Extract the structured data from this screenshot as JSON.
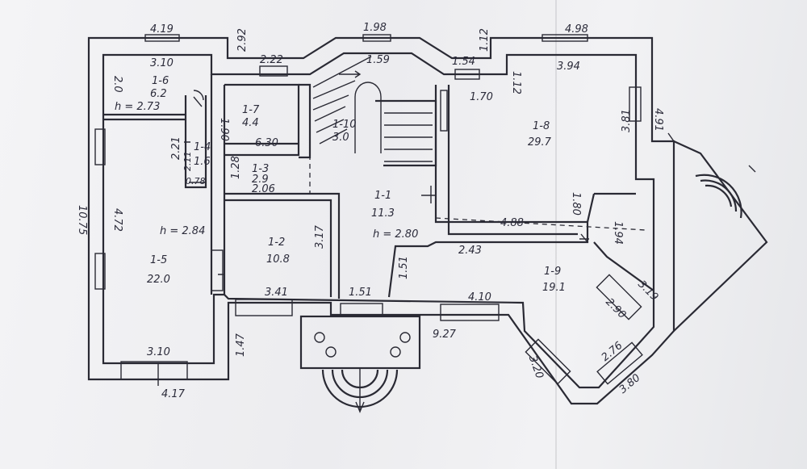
{
  "rooms": [
    {
      "id": "1-1",
      "area": "11.3"
    },
    {
      "id": "1-2",
      "area": "10.8"
    },
    {
      "id": "1-3",
      "area": "2.9"
    },
    {
      "id": "1-4",
      "area": "1.6"
    },
    {
      "id": "1-5",
      "area": "22.0"
    },
    {
      "id": "1-6",
      "area": "6.2"
    },
    {
      "id": "1-7",
      "area": "4.4"
    },
    {
      "id": "1-8",
      "area": "29.7"
    },
    {
      "id": "1-9",
      "area": "19.1"
    },
    {
      "id": "1-10",
      "area": "3.0"
    }
  ],
  "heights": {
    "h_1_6": "h = 2.73",
    "h_1_5": "h = 2.84",
    "h_1_1": "h = 2.80"
  },
  "dims": {
    "d_4_19": "4.19",
    "d_3_10_top": "3.10",
    "d_2_92": "2.92",
    "d_2_22": "2.22",
    "d_1_98": "1.98",
    "d_1_59": "1.59",
    "d_1_54": "1.54",
    "d_1_12_a": "1.12",
    "d_4_98": "4.98",
    "d_3_94": "3.94",
    "d_1_12_b": "1.12",
    "d_1_70": "1.70",
    "d_3_81": "3.81",
    "d_4_91": "4.91",
    "d_2_0": "2.0",
    "d_1_90": "1.90",
    "d_6_30": "6.30",
    "d_2_21": "2.21",
    "d_2_11": "2.11",
    "d_0_78": "0.78",
    "d_1_28": "1.28",
    "d_2_06": "2.06",
    "d_10_75": "10.75",
    "d_4_72": "4.72",
    "d_3_17": "3.17",
    "d_1_80": "1.80",
    "d_4_88": "4.88",
    "d_1_94": "1.94",
    "d_2_43": "2.43",
    "d_1_51_v": "1.51",
    "d_3_41": "3.41",
    "d_1_51_h": "1.51",
    "d_4_10": "4.10",
    "d_3_19": "3.19",
    "d_2_90": "2.90",
    "d_9_27": "9.27",
    "d_1_47": "1.47",
    "d_3_10_bot": "3.10",
    "d_4_17": "4.17",
    "d_3_20": "3.20",
    "d_2_76": "2.76",
    "d_3_80": "3.80"
  }
}
